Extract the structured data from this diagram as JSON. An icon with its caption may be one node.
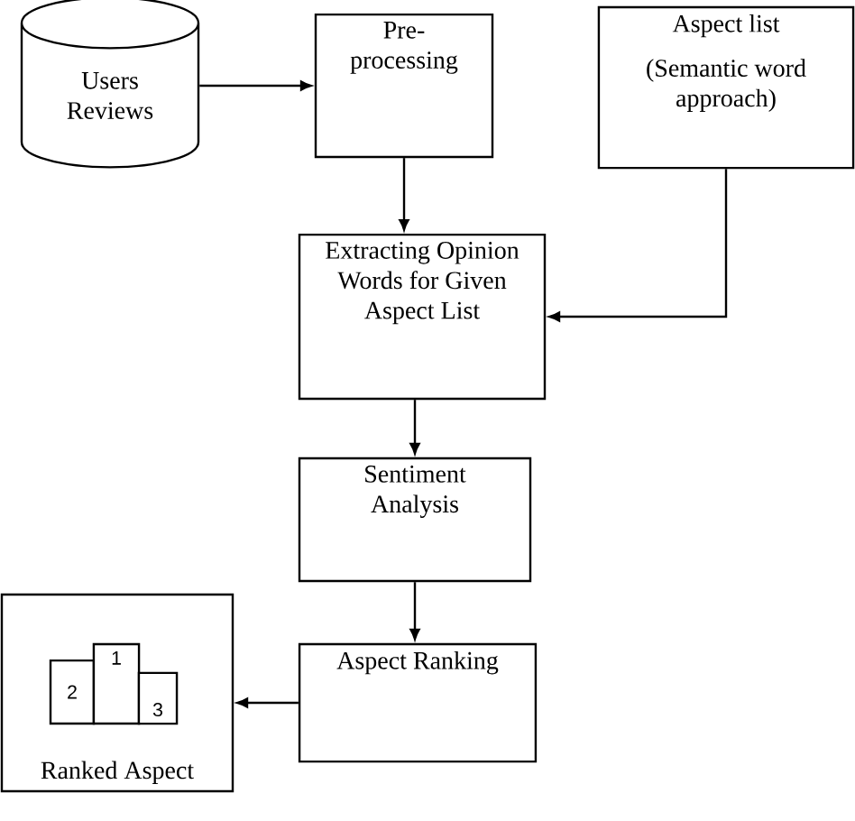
{
  "diagram": {
    "nodes": [
      {
        "text": [
          "Users Reviews"
        ]
      },
      {
        "text": [
          "Pre-processing"
        ]
      },
      {
        "text": [
          "Aspect list",
          "(Semantic word approach)"
        ]
      },
      {
        "text": [
          "Extracting Opinion Words for Given Aspect List"
        ]
      },
      {
        "text": [
          "Sentiment Analysis"
        ]
      },
      {
        "text": [
          "Aspect Ranking"
        ]
      },
      {
        "text": [
          "Ranked Aspect"
        ]
      },
      {
        "text": [
          "2"
        ],
        "in": 6
      },
      {
        "text": [
          "1"
        ],
        "in": 6
      },
      {
        "text": [
          "3"
        ],
        "in": 6
      }
    ],
    "edges": [
      {
        "from": 0,
        "to": 1,
        "arrow": "to"
      },
      {
        "from": 1,
        "to": 3,
        "arrow": "to"
      },
      {
        "from": 2,
        "to": 3,
        "arrow": "to"
      },
      {
        "from": 3,
        "to": 4,
        "arrow": "to"
      },
      {
        "from": 4,
        "to": 5,
        "arrow": "to"
      },
      {
        "from": 5,
        "to": 6,
        "arrow": "to"
      }
    ]
  }
}
